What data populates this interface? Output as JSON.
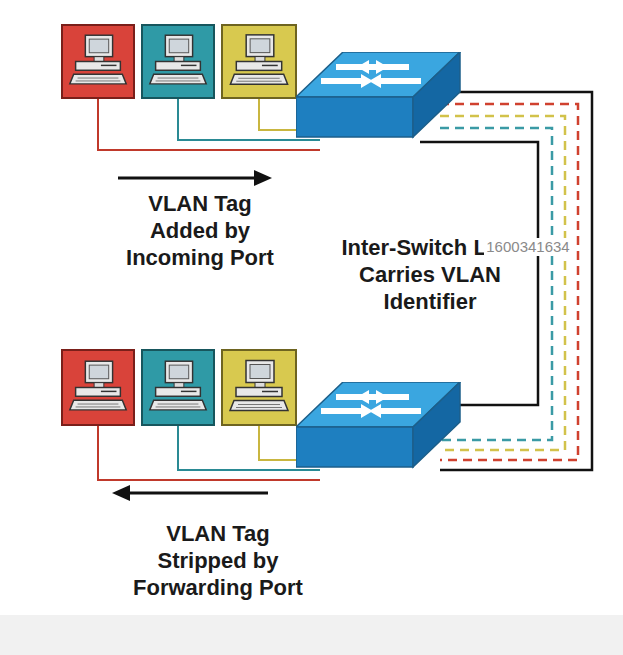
{
  "diagram": {
    "labels": [
      "VLAN Tag Added by Incoming Port",
      "Inter-Switch Link Carries VLAN Identifier",
      "1600341634",
      "VLAN Tag Stripped by Forwarding Port"
    ]
  }
}
